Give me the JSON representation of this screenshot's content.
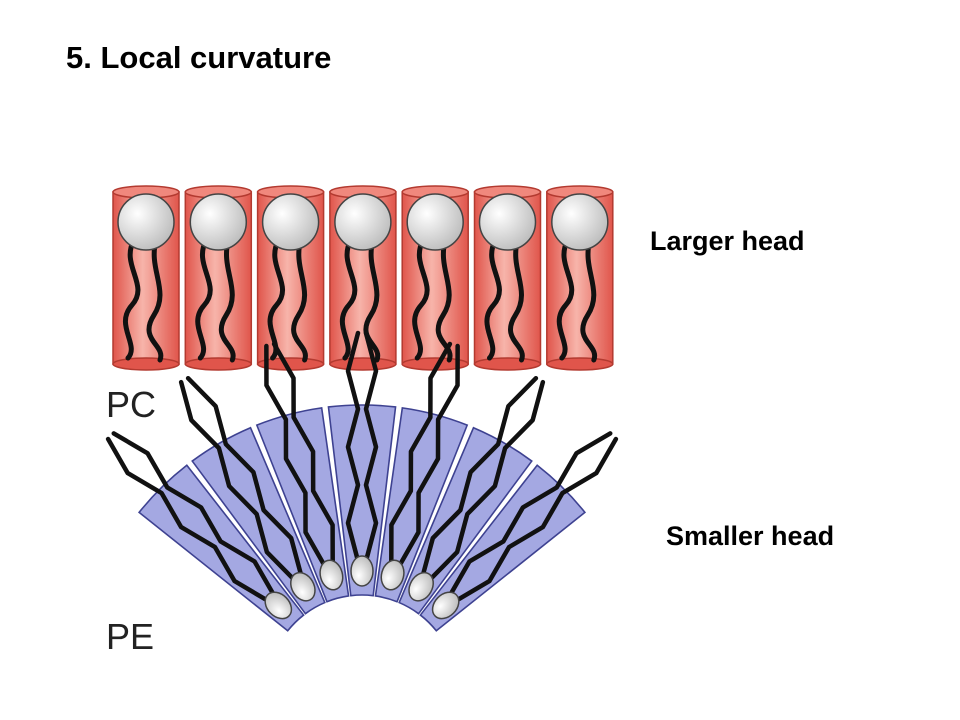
{
  "slide": {
    "title": "5. Local curvature",
    "pc_label": "PC",
    "pe_label": "PE",
    "larger_head_label": "Larger head",
    "smaller_head_label": "Smaller head"
  },
  "diagram": {
    "pc_lipid_count": 7,
    "pe_lipid_count": 7,
    "colors": {
      "pc_body": "#e8645a",
      "pc_body_light": "#f5b2a8",
      "pe_body": "#8a8fd6",
      "pe_body_light": "#c3c6ef",
      "head": "#f2f2f2",
      "tail": "#111111"
    }
  }
}
